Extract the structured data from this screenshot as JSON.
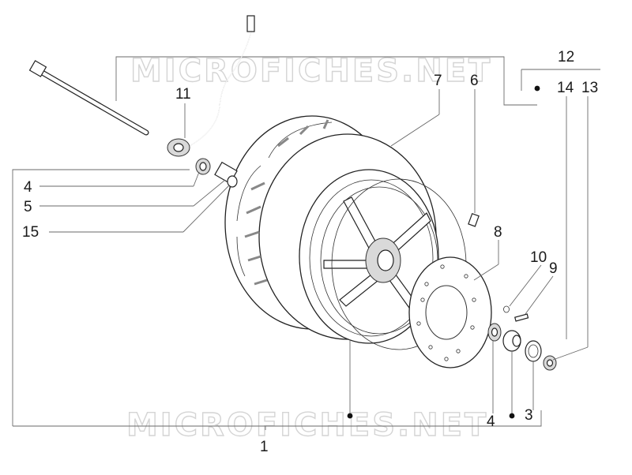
{
  "watermark": {
    "text": "MICROFICHES.NET"
  },
  "callouts": [
    {
      "id": "c1",
      "text": "1"
    },
    {
      "id": "c3",
      "text": "3"
    },
    {
      "id": "c4a",
      "text": "4"
    },
    {
      "id": "c4b",
      "text": "4"
    },
    {
      "id": "c5",
      "text": "5"
    },
    {
      "id": "c6",
      "text": "6"
    },
    {
      "id": "c7",
      "text": "7"
    },
    {
      "id": "c8",
      "text": "8"
    },
    {
      "id": "c9",
      "text": "9"
    },
    {
      "id": "c10",
      "text": "10"
    },
    {
      "id": "c11",
      "text": "11"
    },
    {
      "id": "c12",
      "text": "12"
    },
    {
      "id": "c13",
      "text": "13"
    },
    {
      "id": "c14",
      "text": "14"
    },
    {
      "id": "c15",
      "text": "15"
    }
  ]
}
